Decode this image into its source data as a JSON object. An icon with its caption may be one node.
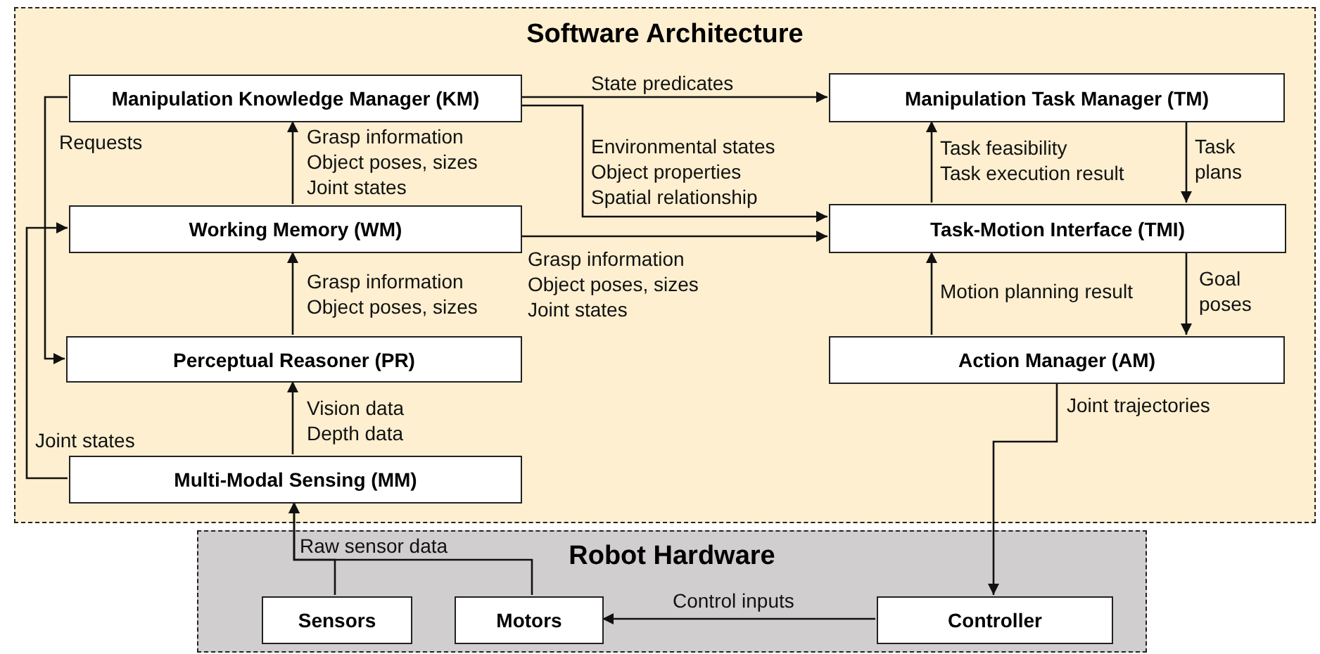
{
  "diagram": {
    "nodes": [
      {
        "text": [
          "Software Architecture"
        ]
      },
      {
        "text": [
          "Manipulation Knowledge Manager (KM)"
        ],
        "in": 0
      },
      {
        "text": [
          "Manipulation Task Manager (TM)"
        ],
        "in": 0
      },
      {
        "text": [
          "Working Memory (WM)"
        ],
        "in": 0
      },
      {
        "text": [
          "Task-Motion Interface (TMI)"
        ],
        "in": 0
      },
      {
        "text": [
          "Perceptual Reasoner (PR)"
        ],
        "in": 0
      },
      {
        "text": [
          "Action Manager (AM)"
        ],
        "in": 0
      },
      {
        "text": [
          "Multi-Modal Sensing (MM)"
        ],
        "in": 0
      },
      {
        "text": [
          "Robot Hardware"
        ]
      },
      {
        "text": [
          "Sensors"
        ],
        "in": 8
      },
      {
        "text": [
          "Motors"
        ],
        "in": 8
      },
      {
        "text": [
          "Controller"
        ],
        "in": 8
      }
    ],
    "edges": [
      {
        "from": 1,
        "to": 2,
        "arrow": "to",
        "label": "State predicates"
      },
      {
        "from": 1,
        "to": 4,
        "arrow": "to",
        "label": "Environmental states Object properties Spatial relationship"
      },
      {
        "from": 3,
        "to": 1,
        "arrow": "to",
        "label": "Grasp information Object poses, sizes Joint states"
      },
      {
        "from": 3,
        "to": 4,
        "arrow": "to",
        "label": "Grasp information Object poses, sizes Joint states"
      },
      {
        "from": 5,
        "to": 3,
        "arrow": "to",
        "label": "Grasp information Object poses, sizes"
      },
      {
        "from": 7,
        "to": 5,
        "arrow": "to",
        "label": "Vision data Depth data"
      },
      {
        "from": 1,
        "to": 5,
        "arrow": "to",
        "label": "Requests"
      },
      {
        "from": 7,
        "to": 3,
        "arrow": "to",
        "label": "Joint states"
      },
      {
        "from": 4,
        "to": 2,
        "arrow": "to",
        "label": "Task feasibility Task execution result"
      },
      {
        "from": 2,
        "to": 4,
        "arrow": "to",
        "label": "Task plans"
      },
      {
        "from": 4,
        "to": 6,
        "arrow": "to",
        "label": "Goal poses"
      },
      {
        "from": 6,
        "to": 4,
        "arrow": "to",
        "label": "Motion planning result"
      },
      {
        "from": 6,
        "to": 11,
        "arrow": "to",
        "label": "Joint trajectories"
      },
      {
        "from": 11,
        "to": 10,
        "arrow": "to",
        "label": "Control inputs"
      },
      {
        "from": 9,
        "to": 7,
        "arrow": "to",
        "label": "Raw sensor data"
      },
      {
        "from": 10,
        "to": 7,
        "arrow": "to"
      }
    ]
  }
}
